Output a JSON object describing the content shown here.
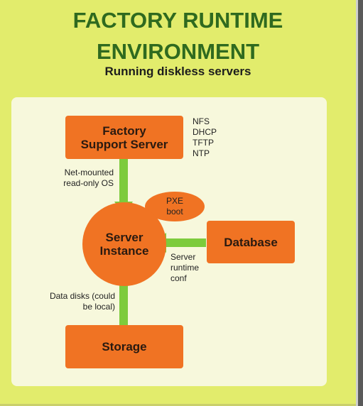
{
  "title_line1": "FACTORY RUNTIME",
  "title_line2": "ENVIRONMENT",
  "subtitle": "Running diskless servers",
  "nodes": {
    "factory_support_server": "Factory Support Server",
    "server_instance": "Server Instance",
    "database": "Database",
    "storage": "Storage",
    "pxe_boot": "PXE boot"
  },
  "services": [
    "NFS",
    "DHCP",
    "TFTP",
    "NTP"
  ],
  "edges": {
    "factory_to_instance": "Net-mounted read-only OS",
    "database_to_instance": "Server runtime conf",
    "storage_to_instance": "Data disks (could be local)"
  },
  "colors": {
    "background": "#e2ec6c",
    "panel": "#f7f8dc",
    "node": "#f07323",
    "arrow": "#7dcb3c",
    "title": "#2f6a1f"
  }
}
